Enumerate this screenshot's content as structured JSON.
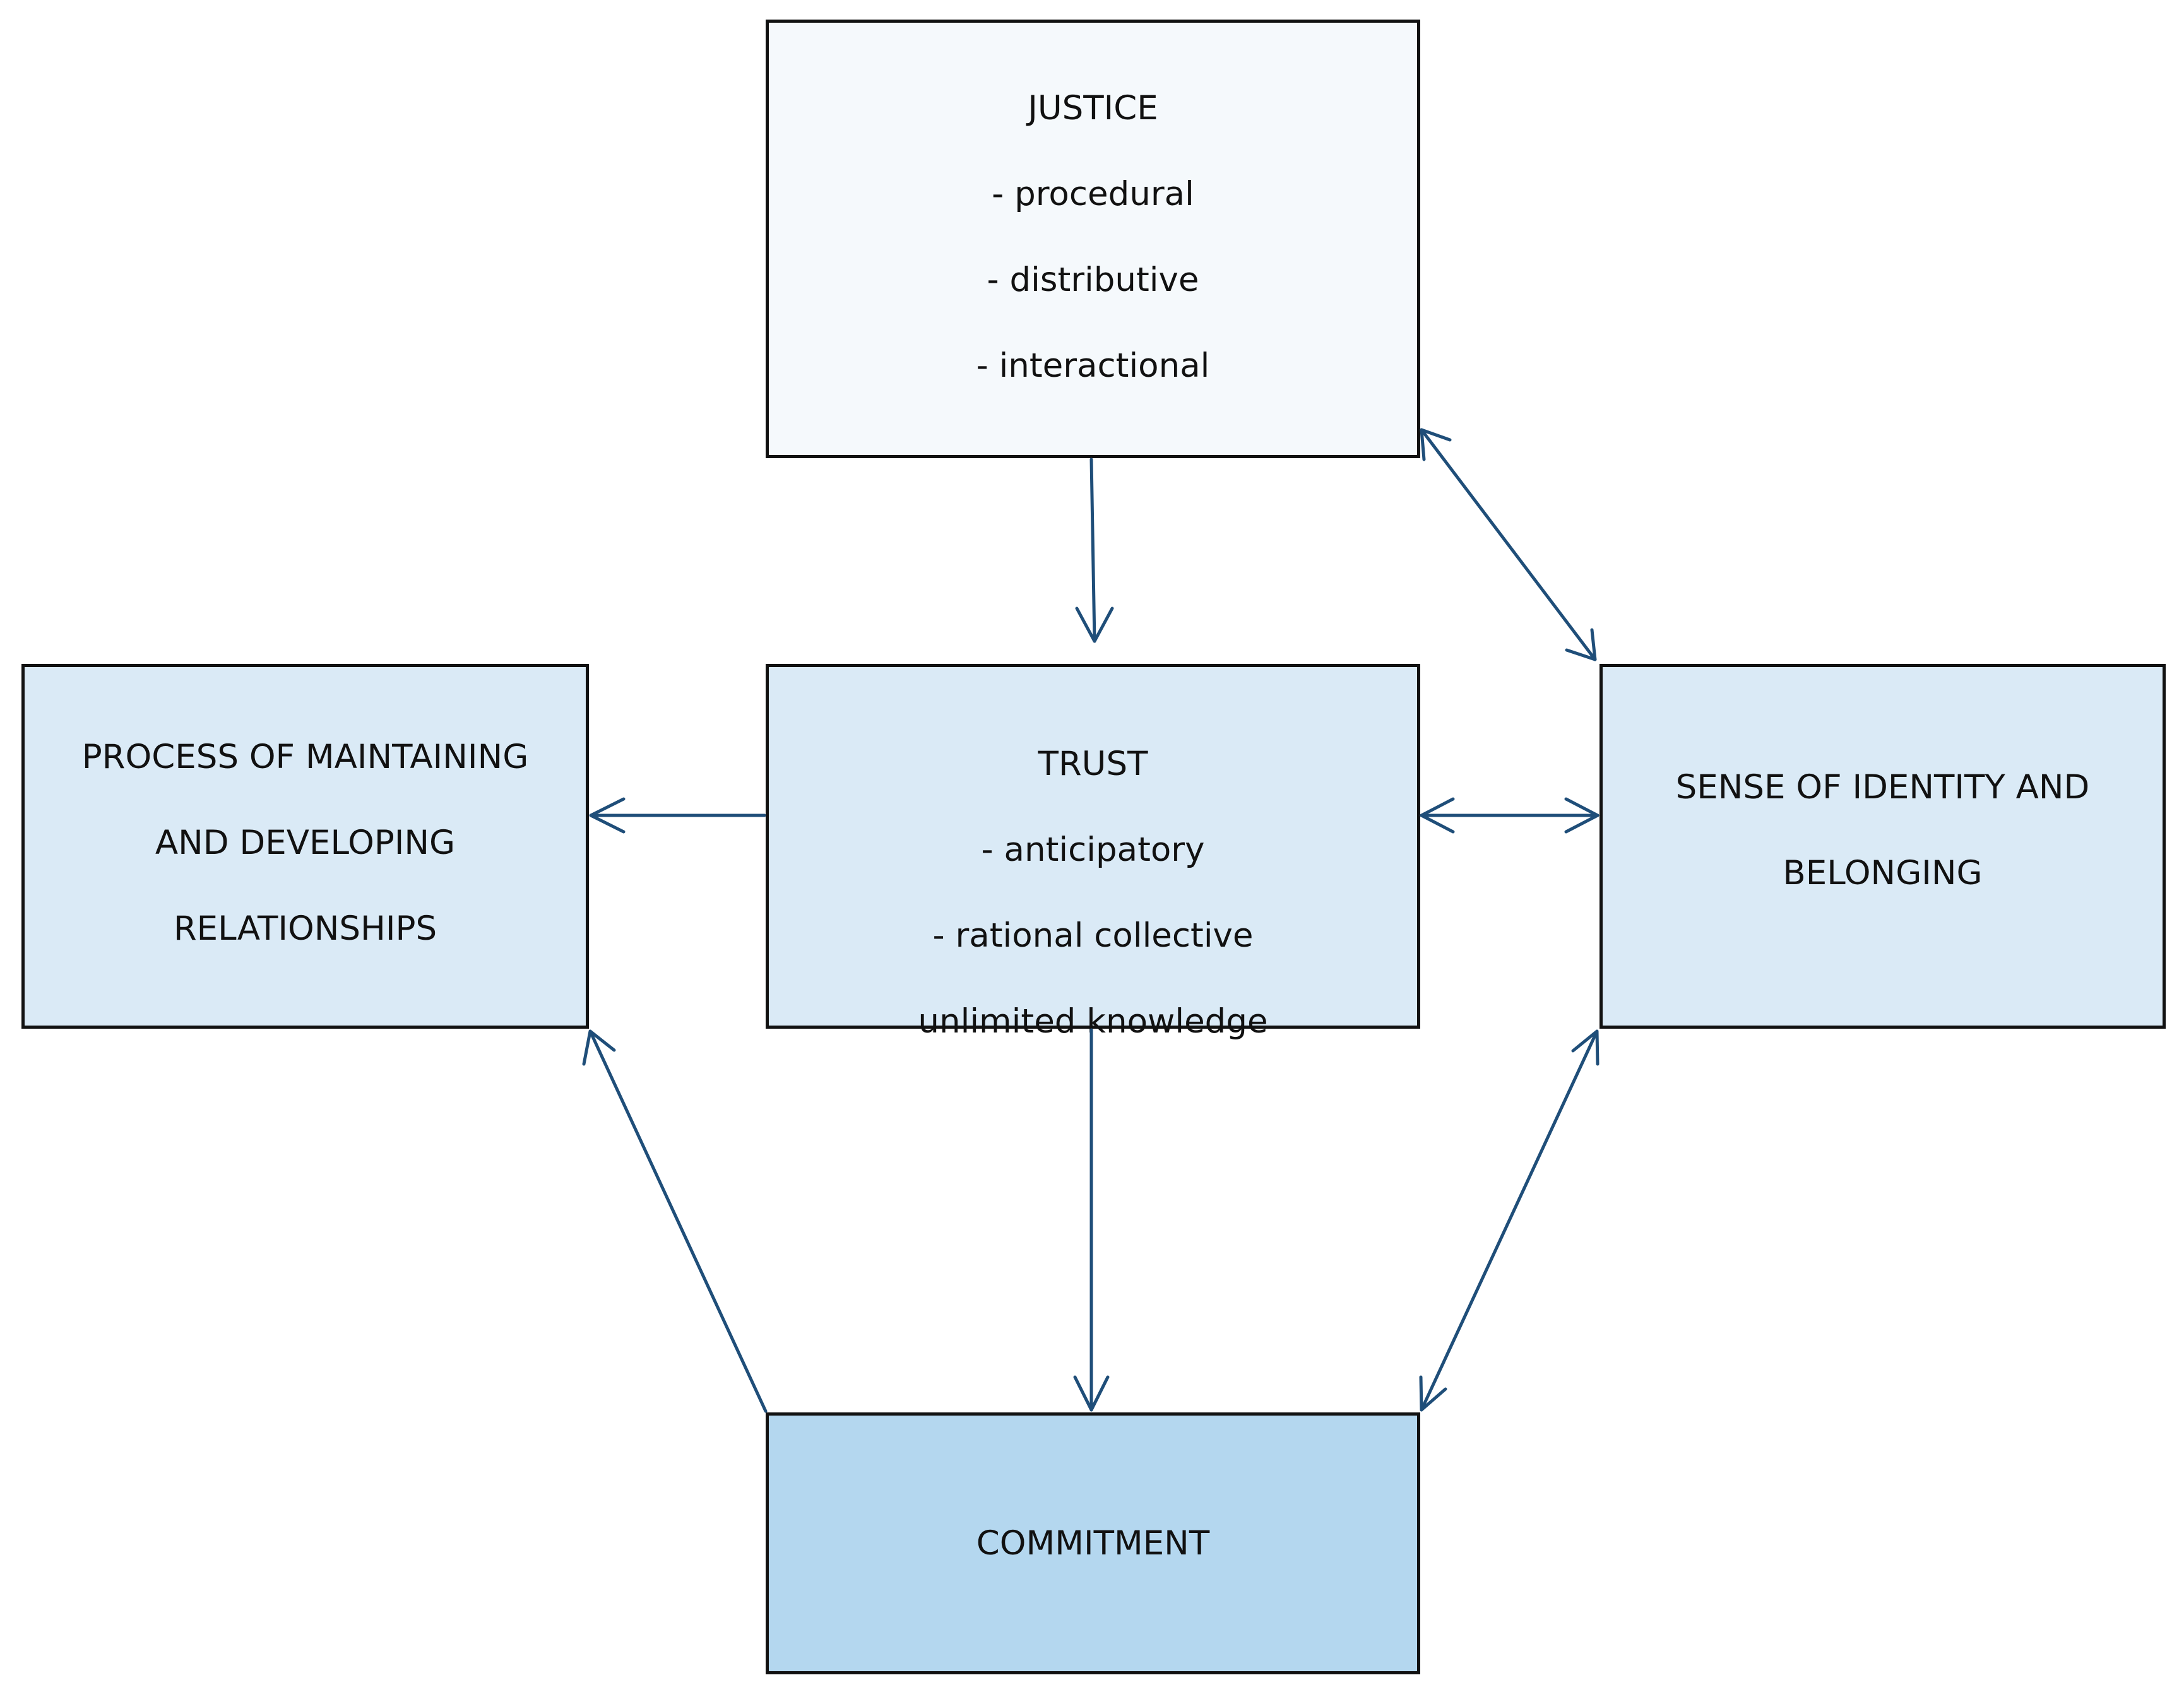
{
  "colors": {
    "border": "#111111",
    "arrow": "#1f4e79",
    "justice_fill": "#f5f9fc",
    "trust_fill": "#daeaf6",
    "relationships_fill": "#daeaf6",
    "identity_fill": "#daeaf6",
    "commitment_fill": "#b4d7ef"
  },
  "boxes": {
    "justice": {
      "title": "JUSTICE",
      "items": [
        "- procedural",
        "- distributive",
        "- interactional"
      ]
    },
    "trust": {
      "title": "TRUST",
      "items": [
        "- anticipatory",
        "- rational collective",
        "unlimited knowledge"
      ]
    },
    "relationships": {
      "lines": [
        "PROCESS OF MAINTAINING",
        "AND DEVELOPING",
        "RELATIONSHIPS"
      ]
    },
    "identity": {
      "lines": [
        "SENSE OF IDENTITY AND",
        "BELONGING"
      ]
    },
    "commitment": {
      "lines": [
        "COMMITMENT"
      ]
    }
  },
  "edges": [
    {
      "from": "justice",
      "to": "trust",
      "direction": "forward"
    },
    {
      "from": "justice",
      "to": "identity",
      "direction": "both"
    },
    {
      "from": "trust",
      "to": "relationships",
      "direction": "forward"
    },
    {
      "from": "trust",
      "to": "identity",
      "direction": "both"
    },
    {
      "from": "trust",
      "to": "commitment",
      "direction": "forward"
    },
    {
      "from": "commitment",
      "to": "relationships",
      "direction": "forward"
    },
    {
      "from": "identity",
      "to": "commitment",
      "direction": "both"
    }
  ]
}
